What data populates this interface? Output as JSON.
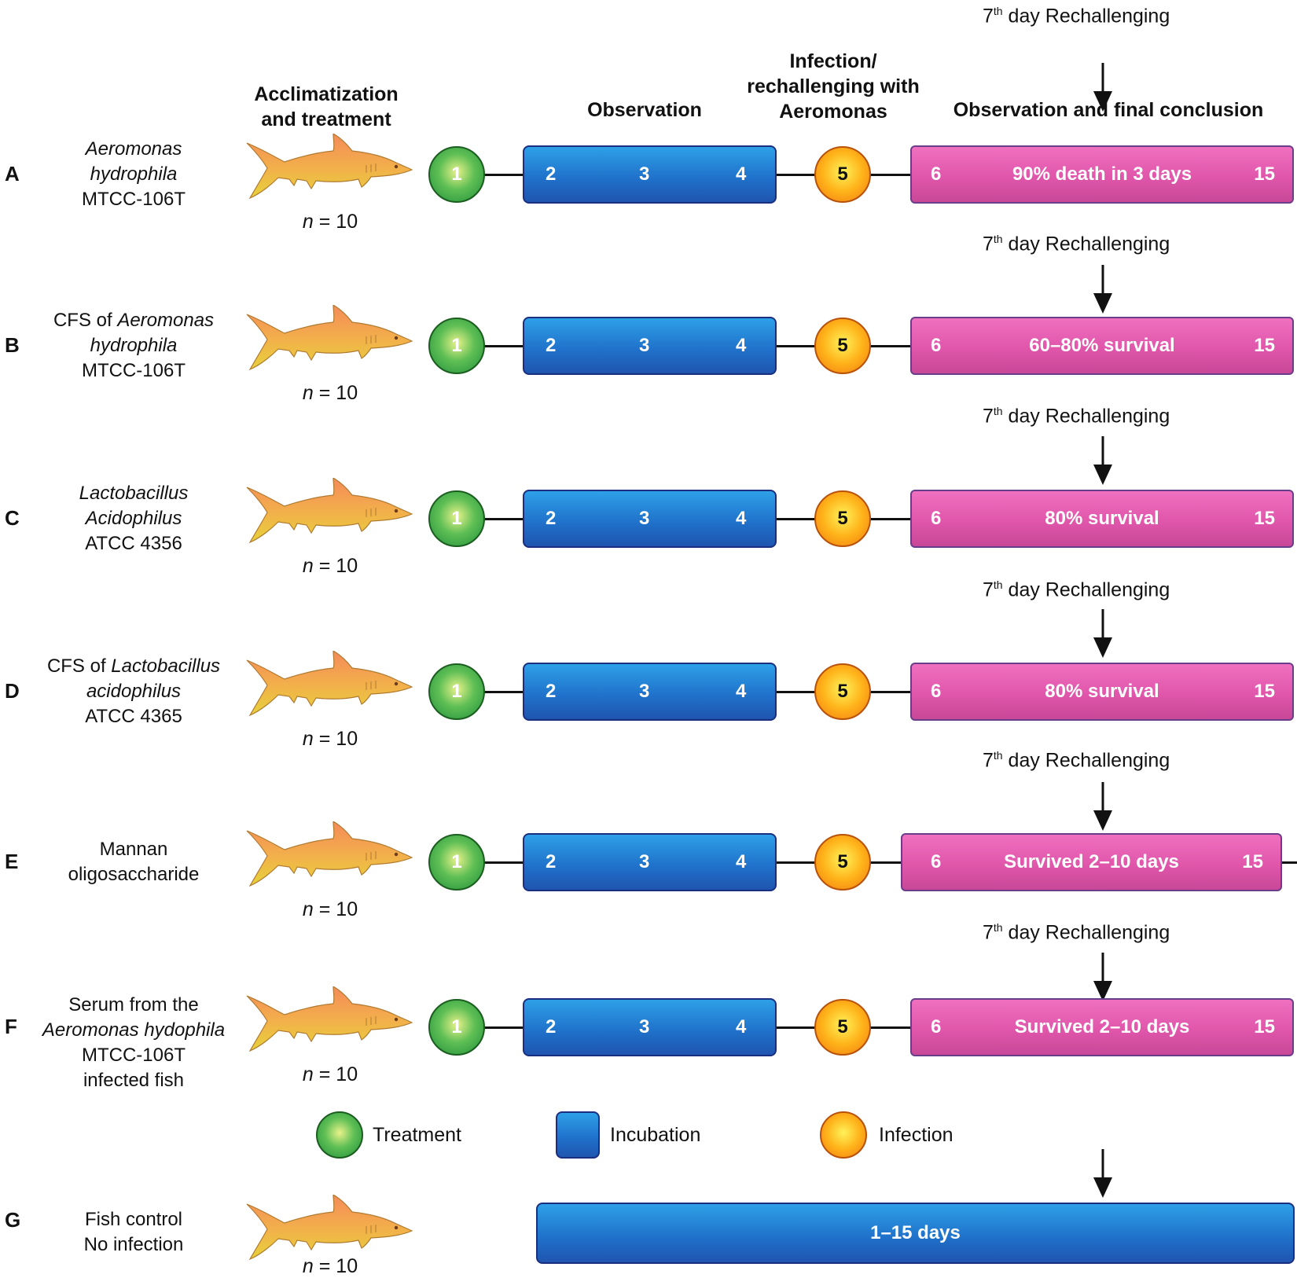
{
  "headers": {
    "acclimatization": "Acclimatization\nand treatment",
    "observation": "Observation",
    "infection": "Infection/\nrechallenging with\nAeromonas",
    "final": "Observation and final conclusion"
  },
  "rechallenging": {
    "prefix": "7",
    "sup": "th",
    "suffix": " day Rechallenging"
  },
  "n_label": "= 10",
  "n_var": "n",
  "rows": [
    {
      "letter": "A",
      "label_html": "<i>Aeromonas</i><br><i>hydrophila</i><br>MTCC-106T",
      "outcome": "90% death in 3 days"
    },
    {
      "letter": "B",
      "label_html": "CFS of <i>Aeromonas</i><br><i>hydrophila</i><br>MTCC-106T",
      "outcome": "60–80% survival"
    },
    {
      "letter": "C",
      "label_html": "<i>Lactobacillus</i><br><i>Acidophilus</i><br>ATCC 4356",
      "outcome": "80% survival"
    },
    {
      "letter": "D",
      "label_html": "CFS of <i>Lactobacillus</i><br><i>acidophilus</i><br>ATCC 4365",
      "outcome": "80% survival"
    },
    {
      "letter": "E",
      "label_html": "Mannan<br>oligosaccharide",
      "outcome": "Survived 2–10 days"
    },
    {
      "letter": "F",
      "label_html": "Serum from the<br><i>Aeromonas hydophila</i><br>MTCC-106T<br>infected fish",
      "outcome": "Survived 2–10 days"
    }
  ],
  "steps": {
    "treatment": "1",
    "obs": [
      "2",
      "3",
      "4"
    ],
    "infection": "5",
    "final_start": "6",
    "final_end": "15"
  },
  "legend": {
    "treatment": "Treatment",
    "incubation": "Incubation",
    "infection": "Infection"
  },
  "control": {
    "letter": "G",
    "label_html": "Fish control<br>No infection",
    "bar": "1–15 days"
  },
  "colors": {
    "treatment": "#2e9e45",
    "incubation": "#1f6fc8",
    "infection": "#ffa41a",
    "final": "#e056aa"
  }
}
